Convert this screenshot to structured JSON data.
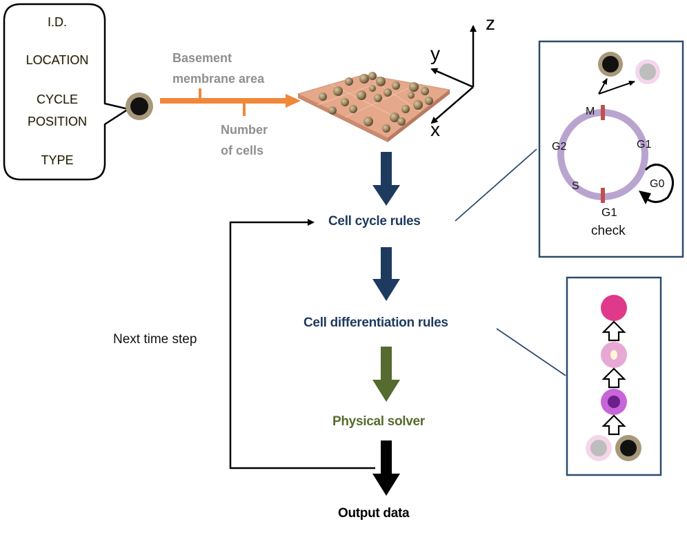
{
  "agent_attributes": [
    "I.D.",
    "LOCATION",
    "CYCLE",
    "POSITION",
    "TYPE"
  ],
  "inputs": {
    "basement_line1": "Basement",
    "basement_line2": "membrane area",
    "cells_line1": "Number",
    "cells_line2": "of cells"
  },
  "axes": {
    "z": "z",
    "y": "y",
    "x": "x"
  },
  "pipeline": {
    "cell_cycle": "Cell cycle rules",
    "cell_differentiation": "Cell differentiation rules",
    "physical_solver": "Physical solver",
    "output": "Output data",
    "loop_label": "Next time step"
  },
  "cell_cycle_panel": {
    "phases": {
      "m": "M",
      "g2": "G2",
      "g1": "G1",
      "s": "S",
      "g0": "G0",
      "g1_check_line1": "G1",
      "g1_check_line2": "check"
    }
  },
  "colors": {
    "pipeline_blue": "#1f3a5f",
    "pipeline_green": "#556b2f",
    "input_arrow": "#f0883a",
    "cycle_ring": "#b9a4d0",
    "checkpoint": "#c0504d",
    "panel_border": "#2e4a6e"
  }
}
